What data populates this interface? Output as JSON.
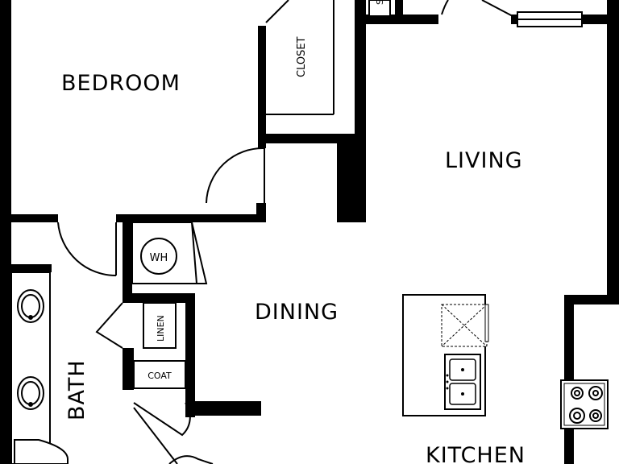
{
  "rooms": {
    "bedroom": "BEDROOM",
    "living": "LIVING",
    "dining": "DINING",
    "bath": "BATH",
    "kitchen": "KITCHEN"
  },
  "fixtures": {
    "closet": "CLOSET",
    "water_heater": "WH",
    "linen": "LINEN",
    "coat": "COAT",
    "top_small": "S"
  },
  "colors": {
    "wall": "#000000",
    "floor": "#ffffff"
  }
}
